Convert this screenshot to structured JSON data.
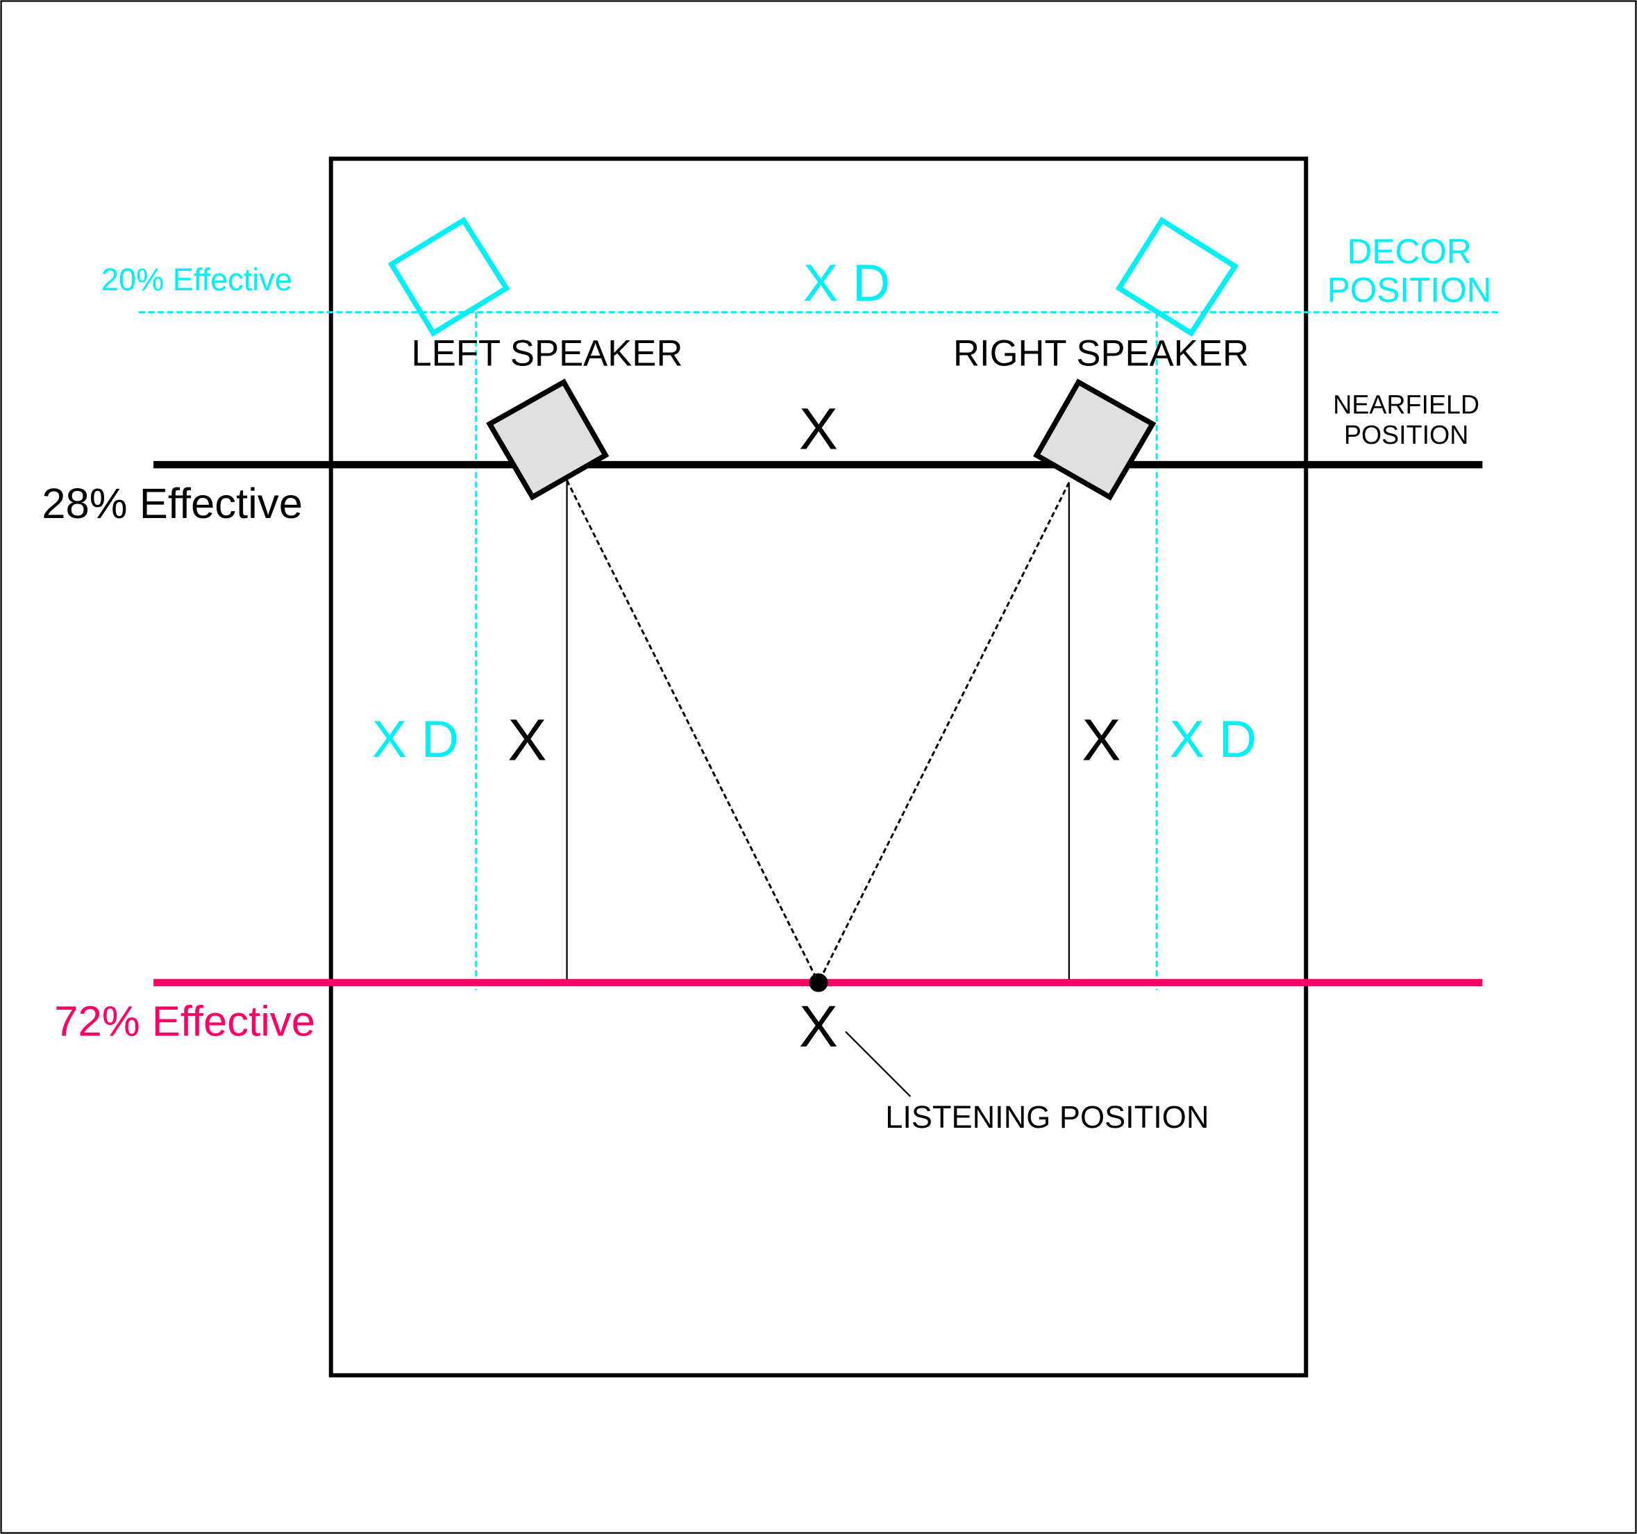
{
  "colors": {
    "cyan": "#00f0f5",
    "pink": "#ff0066",
    "black": "#000000",
    "speaker_fill": "#e0e0e0"
  },
  "labels": {
    "decor_effective": "20% Effective",
    "nearfield_effective": "28% Effective",
    "listening_effective": "72% Effective",
    "decor_position_1": "DECOR",
    "decor_position_2": "POSITION",
    "nearfield_position_1": "NEARFIELD",
    "nearfield_position_2": "POSITION",
    "left_speaker": "LEFT SPEAKER",
    "right_speaker": "RIGHT SPEAKER",
    "listening_position": "LISTENING POSITION",
    "xd_top": "X D",
    "xd_left": "X D",
    "xd_right": "X D",
    "x_top": "X",
    "x_left": "X",
    "x_right": "X",
    "x_listening": "X"
  }
}
